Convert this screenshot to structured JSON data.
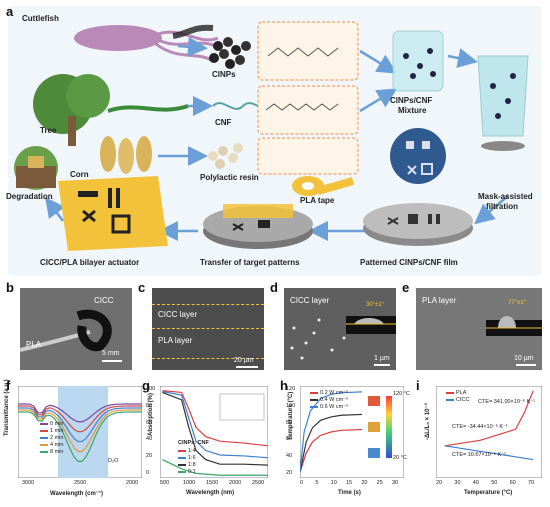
{
  "panel_letters": {
    "a": "a",
    "b": "b",
    "c": "c",
    "d": "d",
    "e": "e",
    "f": "f",
    "g": "g",
    "h": "h",
    "i": "i"
  },
  "a": {
    "cuttlefish": "Cuttlefish",
    "clnps": "ClNPs",
    "tree": "Tree",
    "cnf": "CNF",
    "corn": "Corn",
    "polylactic": "Polylactic resin",
    "mixture_line1": "ClNPs/CNF",
    "mixture_line2": "Mixture",
    "mask_line1": "Mask-assisted",
    "mask_line2": "filtration",
    "degradation": "Degradation",
    "pla_tape": "PLA tape",
    "actuator": "CICC/PLA bilayer actuator",
    "transfer": "Transfer of target patterns",
    "patterned": "Patterned ClNPs/CNF film"
  },
  "b": {
    "cicc": "CICC",
    "pla": "PLA",
    "scale": "5 mm"
  },
  "c": {
    "cicc_layer": "CICC layer",
    "pla_layer": "PLA layer",
    "scale": "20 µm"
  },
  "d": {
    "layer": "CICC layer",
    "angle": "30°±1°",
    "scale": "1 µm"
  },
  "e": {
    "layer": "PLA layer",
    "angle": "77°±1°",
    "scale": "10 µm"
  },
  "colors": {
    "accent": "#2a6db5",
    "panel_bg": "#f1f6fb",
    "arrow": "#6a9fd8"
  },
  "chart_data": [
    {
      "panel": "f",
      "type": "line",
      "xlabel": "Wavelength (cm⁻¹)",
      "ylabel": "Transmittance (a.u.)",
      "xticks": [
        "3000",
        "2500",
        "2000"
      ],
      "annotation": "D₂O",
      "series": [
        {
          "name": "0 min",
          "color": "#7b4aa0"
        },
        {
          "name": "1 min",
          "color": "#d14a4a"
        },
        {
          "name": "2 min",
          "color": "#3d7fd1"
        },
        {
          "name": "4 min",
          "color": "#e0993a"
        },
        {
          "name": "8 min",
          "color": "#3aa56a"
        }
      ]
    },
    {
      "panel": "g",
      "type": "line",
      "xlabel": "Wavelength (nm)",
      "ylabel": "Absorption (%)",
      "xticks": [
        "500",
        "1000",
        "1500",
        "2000",
        "2500"
      ],
      "yticks": [
        "0",
        "20",
        "40",
        "60",
        "80",
        "100"
      ],
      "legend_title": "ClNPs: CNF",
      "series": [
        {
          "name": "1:4",
          "color": "#d94040",
          "values": [
            [
              300,
              95
            ],
            [
              700,
              93
            ],
            [
              850,
              75
            ],
            [
              1000,
              55
            ],
            [
              1200,
              45
            ],
            [
              1500,
              40
            ],
            [
              2000,
              38
            ],
            [
              2500,
              35
            ]
          ]
        },
        {
          "name": "1:6",
          "color": "#3d7fd1",
          "values": [
            [
              300,
              94
            ],
            [
              700,
              90
            ],
            [
              850,
              65
            ],
            [
              1000,
              40
            ],
            [
              1200,
              30
            ],
            [
              1500,
              25
            ],
            [
              2000,
              24
            ],
            [
              2500,
              22
            ]
          ]
        },
        {
          "name": "1:8",
          "color": "#333333",
          "values": [
            [
              300,
              93
            ],
            [
              700,
              85
            ],
            [
              850,
              55
            ],
            [
              1000,
              30
            ],
            [
              1200,
              20
            ],
            [
              1500,
              15
            ],
            [
              2000,
              15
            ],
            [
              2500,
              14
            ]
          ]
        },
        {
          "name": "0:1",
          "color": "#3aa56a",
          "values": [
            [
              300,
              20
            ],
            [
              700,
              10
            ],
            [
              1000,
              5
            ],
            [
              1500,
              3
            ],
            [
              2000,
              3
            ],
            [
              2500,
              3
            ]
          ]
        }
      ]
    },
    {
      "panel": "h",
      "type": "line",
      "xlabel": "Time (s)",
      "ylabel": "Temperature (°C)",
      "xticks": [
        "0",
        "5",
        "10",
        "15",
        "20",
        "25",
        "30"
      ],
      "yticks": [
        "20",
        "40",
        "60",
        "80",
        "100",
        "120"
      ],
      "colorbar": [
        "120 °C",
        "20 °C"
      ],
      "series": [
        {
          "name": "0.2 W cm⁻²",
          "color": "#d94040",
          "values": [
            [
              0,
              22
            ],
            [
              3,
              45
            ],
            [
              6,
              58
            ],
            [
              10,
              66
            ],
            [
              15,
              70
            ],
            [
              20,
              72
            ],
            [
              30,
              73
            ]
          ]
        },
        {
          "name": "0.4 W cm⁻²",
          "color": "#333333",
          "values": [
            [
              0,
              22
            ],
            [
              3,
              58
            ],
            [
              6,
              75
            ],
            [
              10,
              84
            ],
            [
              15,
              88
            ],
            [
              20,
              90
            ],
            [
              30,
              91
            ]
          ]
        },
        {
          "name": "0.6 W cm⁻²",
          "color": "#3d7fd1",
          "values": [
            [
              0,
              22
            ],
            [
              2,
              70
            ],
            [
              5,
              95
            ],
            [
              10,
              110
            ],
            [
              15,
              115
            ],
            [
              20,
              117
            ],
            [
              30,
              118
            ]
          ]
        }
      ]
    },
    {
      "panel": "i",
      "type": "line",
      "xlabel": "Temperature (°C)",
      "ylabel": "-ΔL/L₀ × 10⁻³",
      "xticks": [
        "20",
        "30",
        "40",
        "50",
        "60",
        "70"
      ],
      "annotations": [
        "CTE= 341.00×10⁻⁶ K⁻¹",
        "CTE= -34.44×10⁻⁶ K⁻¹",
        "CTE= 10.67×10⁻⁶ K⁻¹"
      ],
      "series": [
        {
          "name": "PLA",
          "color": "#d94040",
          "values": [
            [
              20,
              0
            ],
            [
              40,
              1
            ],
            [
              60,
              3
            ],
            [
              65,
              6
            ],
            [
              70,
              10
            ]
          ]
        },
        {
          "name": "CICC",
          "color": "#3d7fd1",
          "values": [
            [
              20,
              0
            ],
            [
              40,
              -1
            ],
            [
              60,
              -2
            ],
            [
              70,
              -2.5
            ]
          ]
        }
      ]
    }
  ]
}
